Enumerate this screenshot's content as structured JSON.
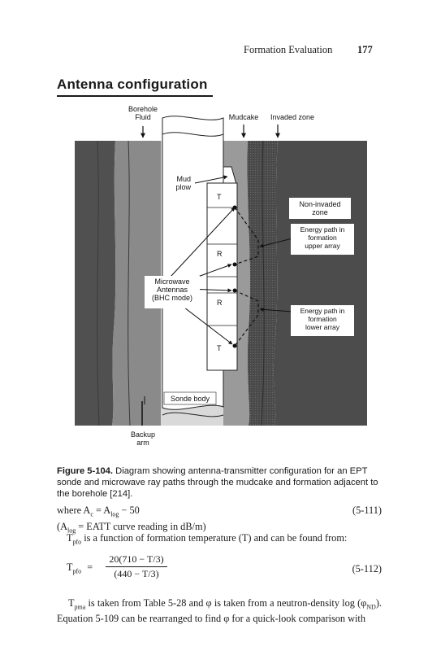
{
  "running_head": {
    "title": "Formation Evaluation",
    "page_number": "177"
  },
  "section_title": "Antenna configuration",
  "diagram": {
    "labels": {
      "borehole_fluid_1": "Borehole",
      "borehole_fluid_2": "Fluid",
      "mudcake": "Mudcake",
      "invaded_zone": "Invaded zone",
      "mud_plow_1": "Mud",
      "mud_plow_2": "plow",
      "t_upper": "T",
      "r_upper": "R",
      "r_lower": "R",
      "t_lower": "T",
      "non_invaded_1": "Non-invaded",
      "non_invaded_2": "zone",
      "energy_upper_1": "Energy path in",
      "energy_upper_2": "formation",
      "energy_upper_3": "upper array",
      "microwave_1": "Microwave",
      "microwave_2": "Antennas",
      "microwave_3": "(BHC mode)",
      "energy_lower_1": "Energy path in",
      "energy_lower_2": "formation",
      "energy_lower_3": "lower array",
      "sonde_body": "Sonde body",
      "backup_1": "Backup",
      "backup_2": "arm"
    }
  },
  "caption": {
    "label": "Figure 5-104.",
    "text": " Diagram showing antenna-transmitter configuration for an EPT sonde and microwave ray paths through the mudcake and formation adjacent to the borehole [214]."
  },
  "equations": {
    "where_line": "where A",
    "where_sub_c": "c",
    "where_mid": " = A",
    "where_sub_log": "log",
    "where_end": " − 50",
    "eq1_number": "(5-111)",
    "def_open": "(A",
    "def_sub": "log",
    "def_text": " = EATT curve reading in dB/m)",
    "tpfo_T": "T",
    "tpfo_sub": "pfo",
    "tpfo_text": " is a function of formation temperature (T) and can be found from:",
    "eq2_lhs_T": "T",
    "eq2_lhs_sub": "pfo",
    "eq2_equals": "=",
    "eq2_numerator": "20(710 − T/3)",
    "eq2_denominator": "(440 − T/3)",
    "eq2_number": "(5-112)"
  },
  "body": {
    "p1_T": "T",
    "p1_sub": "pma",
    "p1_text_a": " is taken from Table 5-28 and φ is taken from a neutron-density log (φ",
    "p1_sub2": "ND",
    "p1_text_b": ").",
    "p2": "Equation 5-109 can be rearranged to find φ for a quick-look comparison with"
  }
}
